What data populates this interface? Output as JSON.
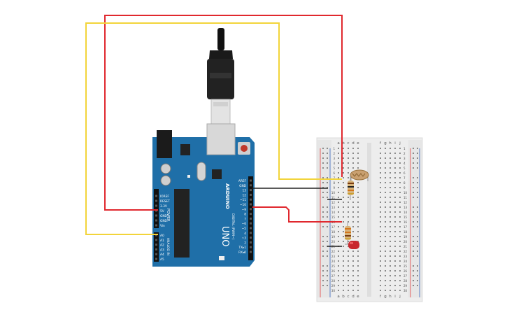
{
  "arduino": {
    "brand": "ARDUINO",
    "model": "UNO",
    "power_header_title": "POWER",
    "analog_header_title": "ANALOG IN",
    "digital_header_title": "DIGITAL (PWM~)",
    "power_pins": [
      "IOREF",
      "RESET",
      "3.3V",
      "5V",
      "GND",
      "GND",
      "Vin"
    ],
    "analog_pins": [
      "A0",
      "A1",
      "A2",
      "A3",
      "A4",
      "A5"
    ],
    "digital_pins": [
      "AREF",
      "GND",
      "13",
      "12",
      "~11",
      "~10",
      "~9",
      "8",
      "7",
      "~6",
      "~5",
      "4",
      "~3",
      "2",
      "TX▸1",
      "RX◂0"
    ],
    "board_color": "#1f6fa8"
  },
  "breadboard": {
    "column_letters_left": [
      "a",
      "b",
      "c",
      "d",
      "e"
    ],
    "column_letters_right": [
      "f",
      "g",
      "h",
      "i",
      "j"
    ],
    "rows": [
      "1",
      "2",
      "3",
      "4",
      "5",
      "6",
      "7",
      "8",
      "9",
      "10",
      "11",
      "12",
      "13",
      "14",
      "15",
      "16",
      "17",
      "18",
      "19",
      "20",
      "21",
      "22",
      "23",
      "24",
      "25",
      "26",
      "27",
      "28",
      "29",
      "30"
    ]
  },
  "wire_colors": {
    "power": "#e0282e",
    "signal": "#f2d43a",
    "ground": "#222222"
  }
}
